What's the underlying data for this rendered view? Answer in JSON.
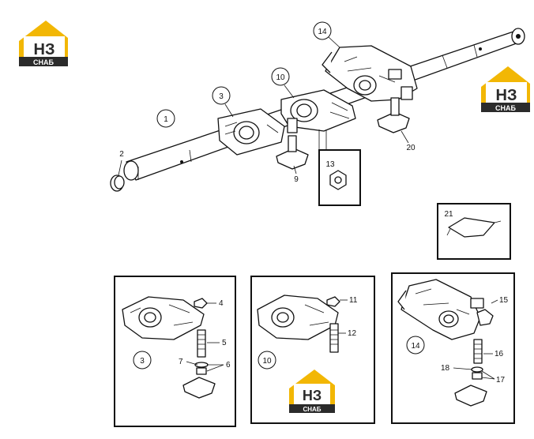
{
  "callouts": {
    "c1": "1",
    "c2": "2",
    "c3": "3",
    "c9": "9",
    "c10": "10",
    "c13": "13",
    "c14": "14",
    "c20": "20",
    "c21": "21",
    "b1_3": "3",
    "b1_4": "4",
    "b1_5": "5",
    "b1_6": "6",
    "b1_7": "7",
    "b2_10": "10",
    "b2_11": "11",
    "b2_12": "12",
    "b3_14": "14",
    "b3_15": "15",
    "b3_16": "16",
    "b3_17": "17",
    "b3_18": "18"
  },
  "logos": {
    "letters": "НЗ",
    "subtitle": "СНАБ"
  },
  "colors": {
    "logo_yellow": "#f2b705",
    "logo_dark": "#2b2b2b",
    "line": "#111111"
  }
}
